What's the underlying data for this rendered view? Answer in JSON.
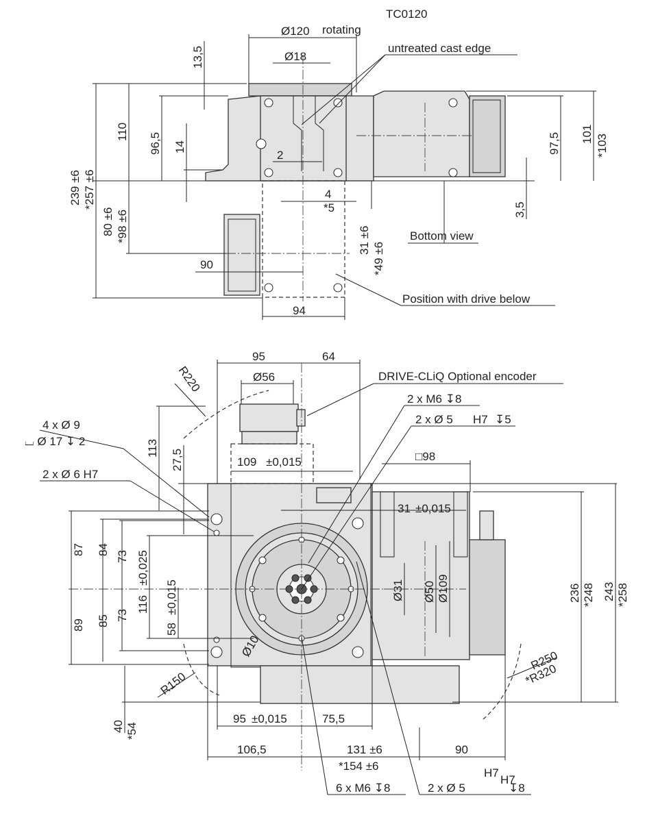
{
  "title": "TC0120",
  "top_view": {
    "dia_120": "Ø120",
    "rotating": "rotating",
    "dia_18": "Ø18",
    "cast_edge": "untreated cast edge",
    "d_13_5": "13,5",
    "d_110": "110",
    "d_96_5": "96,5",
    "d_14": "14",
    "d_2": "2",
    "d_4": "4",
    "d_star5": "*5",
    "d_239": "239 ±6",
    "d_257": "*257 ±6",
    "d_80": "80 ±6",
    "d_98": "*98 ±6",
    "d_90": "90",
    "d_94": "94",
    "d_31": "31 ±6",
    "d_49": "*49 ±6",
    "d_97_5": "97,5",
    "d_101": "101",
    "d_103": "*103",
    "d_3_5": "3,5",
    "bottom_view": "Bottom view",
    "drive_below": "Position with drive below"
  },
  "front_view": {
    "r220": "R220",
    "d_95_top": "95",
    "d_64": "64",
    "dia_56": "Ø56",
    "encoder": "DRIVE-CLiQ Optional encoder",
    "m6_8": "2 x M6 ↧8",
    "dia5_h7": "2 x Ø 5",
    "h7_small": "H7",
    "depth5": "↧5",
    "holes_9": "4 x Ø 9",
    "cbore_17": "⌴ Ø 17 ↧ 2",
    "dia6_h7": "2 x Ø 6 H7",
    "d_113": "113",
    "d_27_5": "27,5",
    "d_109_015": "109",
    "tol_015": "±0,015",
    "sq_98": "□98",
    "d_31_015": "31",
    "d_87": "87",
    "d_84": "84",
    "d_73a": "73",
    "d_116": "116",
    "tol_025": "±0,025",
    "d_58": "58",
    "d_89": "89",
    "d_85": "85",
    "d_73b": "73",
    "dia_31": "Ø31",
    "dia_50": "Ø50",
    "dia_109": "Ø109",
    "dia_10": "Ø10",
    "r150": "R150",
    "d_236": "236",
    "d_248": "*248",
    "d_243": "243",
    "d_258": "*258",
    "r250": "R250",
    "r320": "*R320",
    "d_40": "40",
    "d_54": "*54",
    "d_95_bot": "95",
    "d_75_5": "75,5",
    "d_106_5": "106,5",
    "d_131": "131 ±6",
    "d_154": "*154 ±6",
    "d_90b": "90",
    "m6_6": "6 x M6 ↧8",
    "dia5_b": "2 x Ø 5",
    "h7_a": "H7",
    "h7_b": "H7",
    "depth8": "↧8"
  }
}
